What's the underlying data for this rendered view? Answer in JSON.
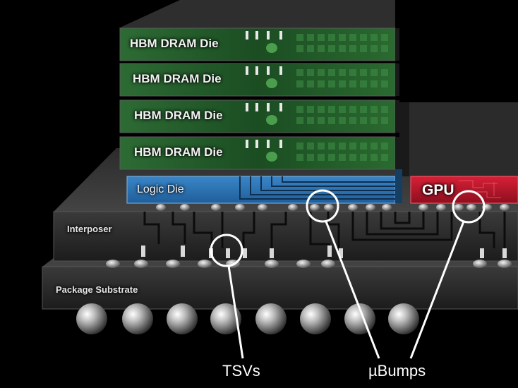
{
  "diagram": {
    "dram_dies": [
      {
        "label": "HBM DRAM Die"
      },
      {
        "label": "HBM DRAM Die"
      },
      {
        "label": "HBM DRAM Die"
      },
      {
        "label": "HBM DRAM Die"
      }
    ],
    "logic_die": {
      "label": "Logic Die",
      "color": "#2a6fb0"
    },
    "gpu": {
      "label": "GPU",
      "color": "#c0142c"
    },
    "interposer": {
      "label": "Interposer"
    },
    "package_substrate": {
      "label": "Package Substrate"
    },
    "callouts": {
      "tsvs": "TSVs",
      "ubumps": "µBumps"
    },
    "colors": {
      "background": "#000000",
      "dram_die": "#1e5a26",
      "trace": "#111111",
      "callout_line": "#ffffff"
    }
  }
}
